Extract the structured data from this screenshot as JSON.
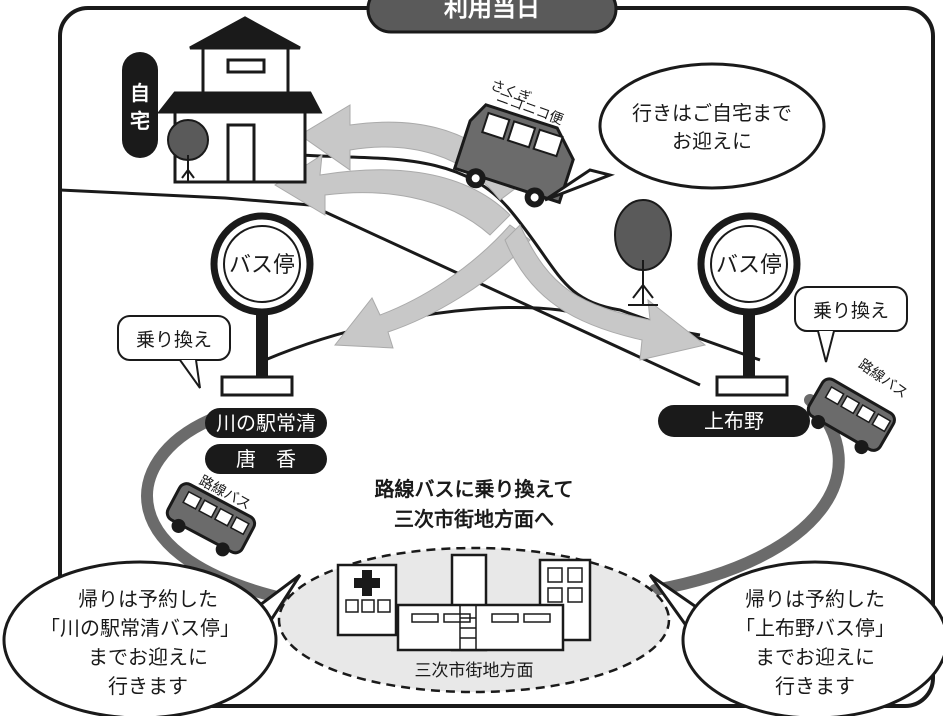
{
  "header": {
    "title": "利用当日"
  },
  "places": {
    "home": "自宅",
    "stop_left_line1": "川の駅常清",
    "stop_left_line2": "唐　香",
    "stop_right": "上布野",
    "destination": "三次市街地方面"
  },
  "signs": {
    "bus_stop_left": "バス停",
    "bus_stop_right": "バス停"
  },
  "vehicles": {
    "taxi_line1": "さくぎ",
    "taxi_line2": "ニコニコ便",
    "route_bus_left": "路線バス",
    "route_bus_right": "路線バス"
  },
  "bubbles": {
    "pickup_line1": "行きはご自宅まで",
    "pickup_line2": "お迎えに",
    "transfer_left": "乗り換え",
    "transfer_right": "乗り換え",
    "return_left": [
      "帰りは予約した",
      "「川の駅常清バス停」",
      "までお迎えに",
      "行きます"
    ],
    "return_right": [
      "帰りは予約した",
      "「上布野バス停」",
      "までお迎えに",
      "行きます"
    ]
  },
  "center_text": {
    "line1": "路線バスに乗り換えて",
    "line2": "三次市街地方面へ"
  },
  "colors": {
    "dark": "#1a1a1a",
    "road": "#6b6b6b",
    "arrow": "#c8c8c8",
    "ground": "#e8e8e8"
  }
}
